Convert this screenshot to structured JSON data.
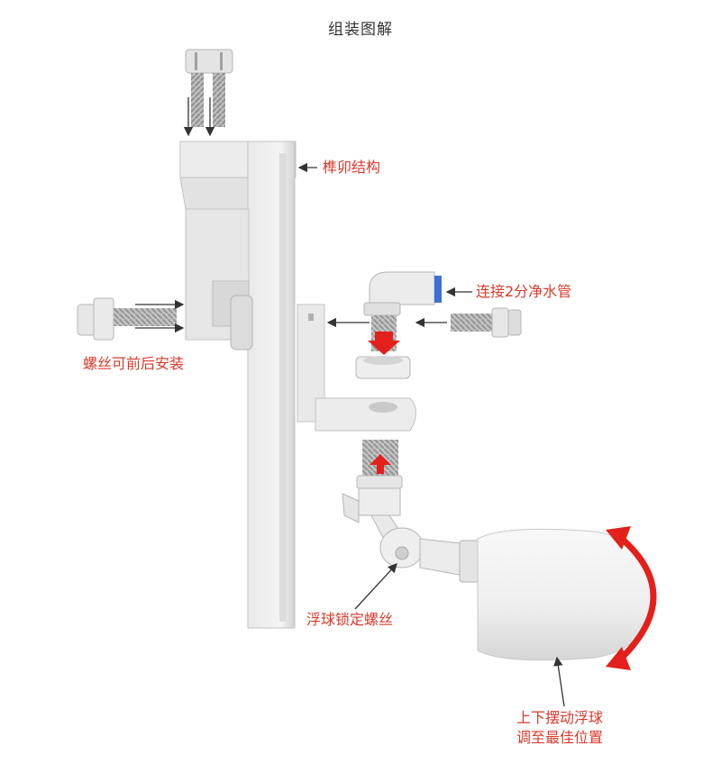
{
  "title": "组装图解",
  "labels": {
    "tenon": "榫卯结构",
    "screw_front_back": "螺丝可前后安装",
    "connect_pipe": "连接2分净水管",
    "lock_screw": "浮球锁定螺丝",
    "swing_line1": "上下摆动浮球",
    "swing_line2": "调至最佳位置"
  },
  "colors": {
    "label_red": "#d93a2b",
    "arrow_red": "#e3201b",
    "part_white": "#ededed",
    "part_shade": "#cfcfcf",
    "part_edge": "#b5b5b5",
    "thread_grey": "#a9a9a9",
    "pipe_blue": "#3d6fd6",
    "arrow_dark": "#333333"
  }
}
